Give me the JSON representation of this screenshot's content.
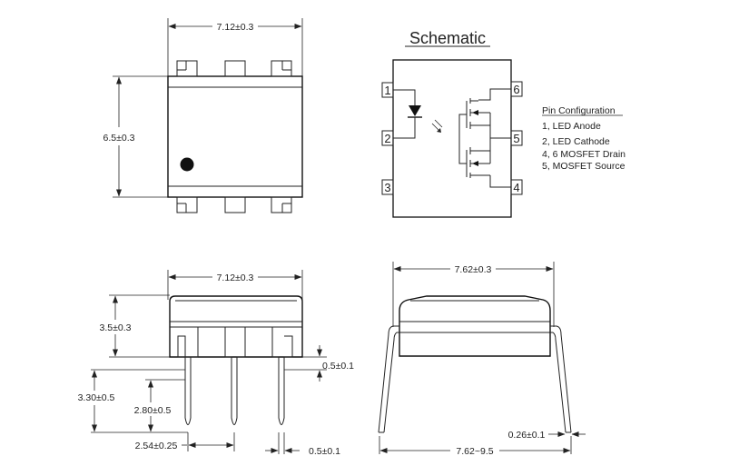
{
  "top_view": {
    "width_label": "7.12±0.3",
    "height_label": "6.5±0.3"
  },
  "schematic": {
    "title": "Schematic",
    "pins": [
      "1",
      "2",
      "3",
      "4",
      "5",
      "6"
    ],
    "pin_config": {
      "heading": "Pin Configuration",
      "lines": [
        "1, LED Anode",
        "2, LED Cathode",
        "4, 6 MOSFET Drain",
        "5, MOSFET Source"
      ]
    }
  },
  "front_view": {
    "width_label": "7.12±0.3",
    "body_height_label": "3.5±0.3",
    "standoff_label": "0.5±0.1",
    "total_lead_label": "3.30±0.5",
    "lead_length_label": "2.80±0.5",
    "pitch_label": "2.54±0.25",
    "lead_width_label": "0.5±0.1"
  },
  "side_view": {
    "width_label": "7.62±0.3",
    "lead_thickness_label": "0.26±0.1",
    "lead_span_label": "7.62~9.5"
  }
}
